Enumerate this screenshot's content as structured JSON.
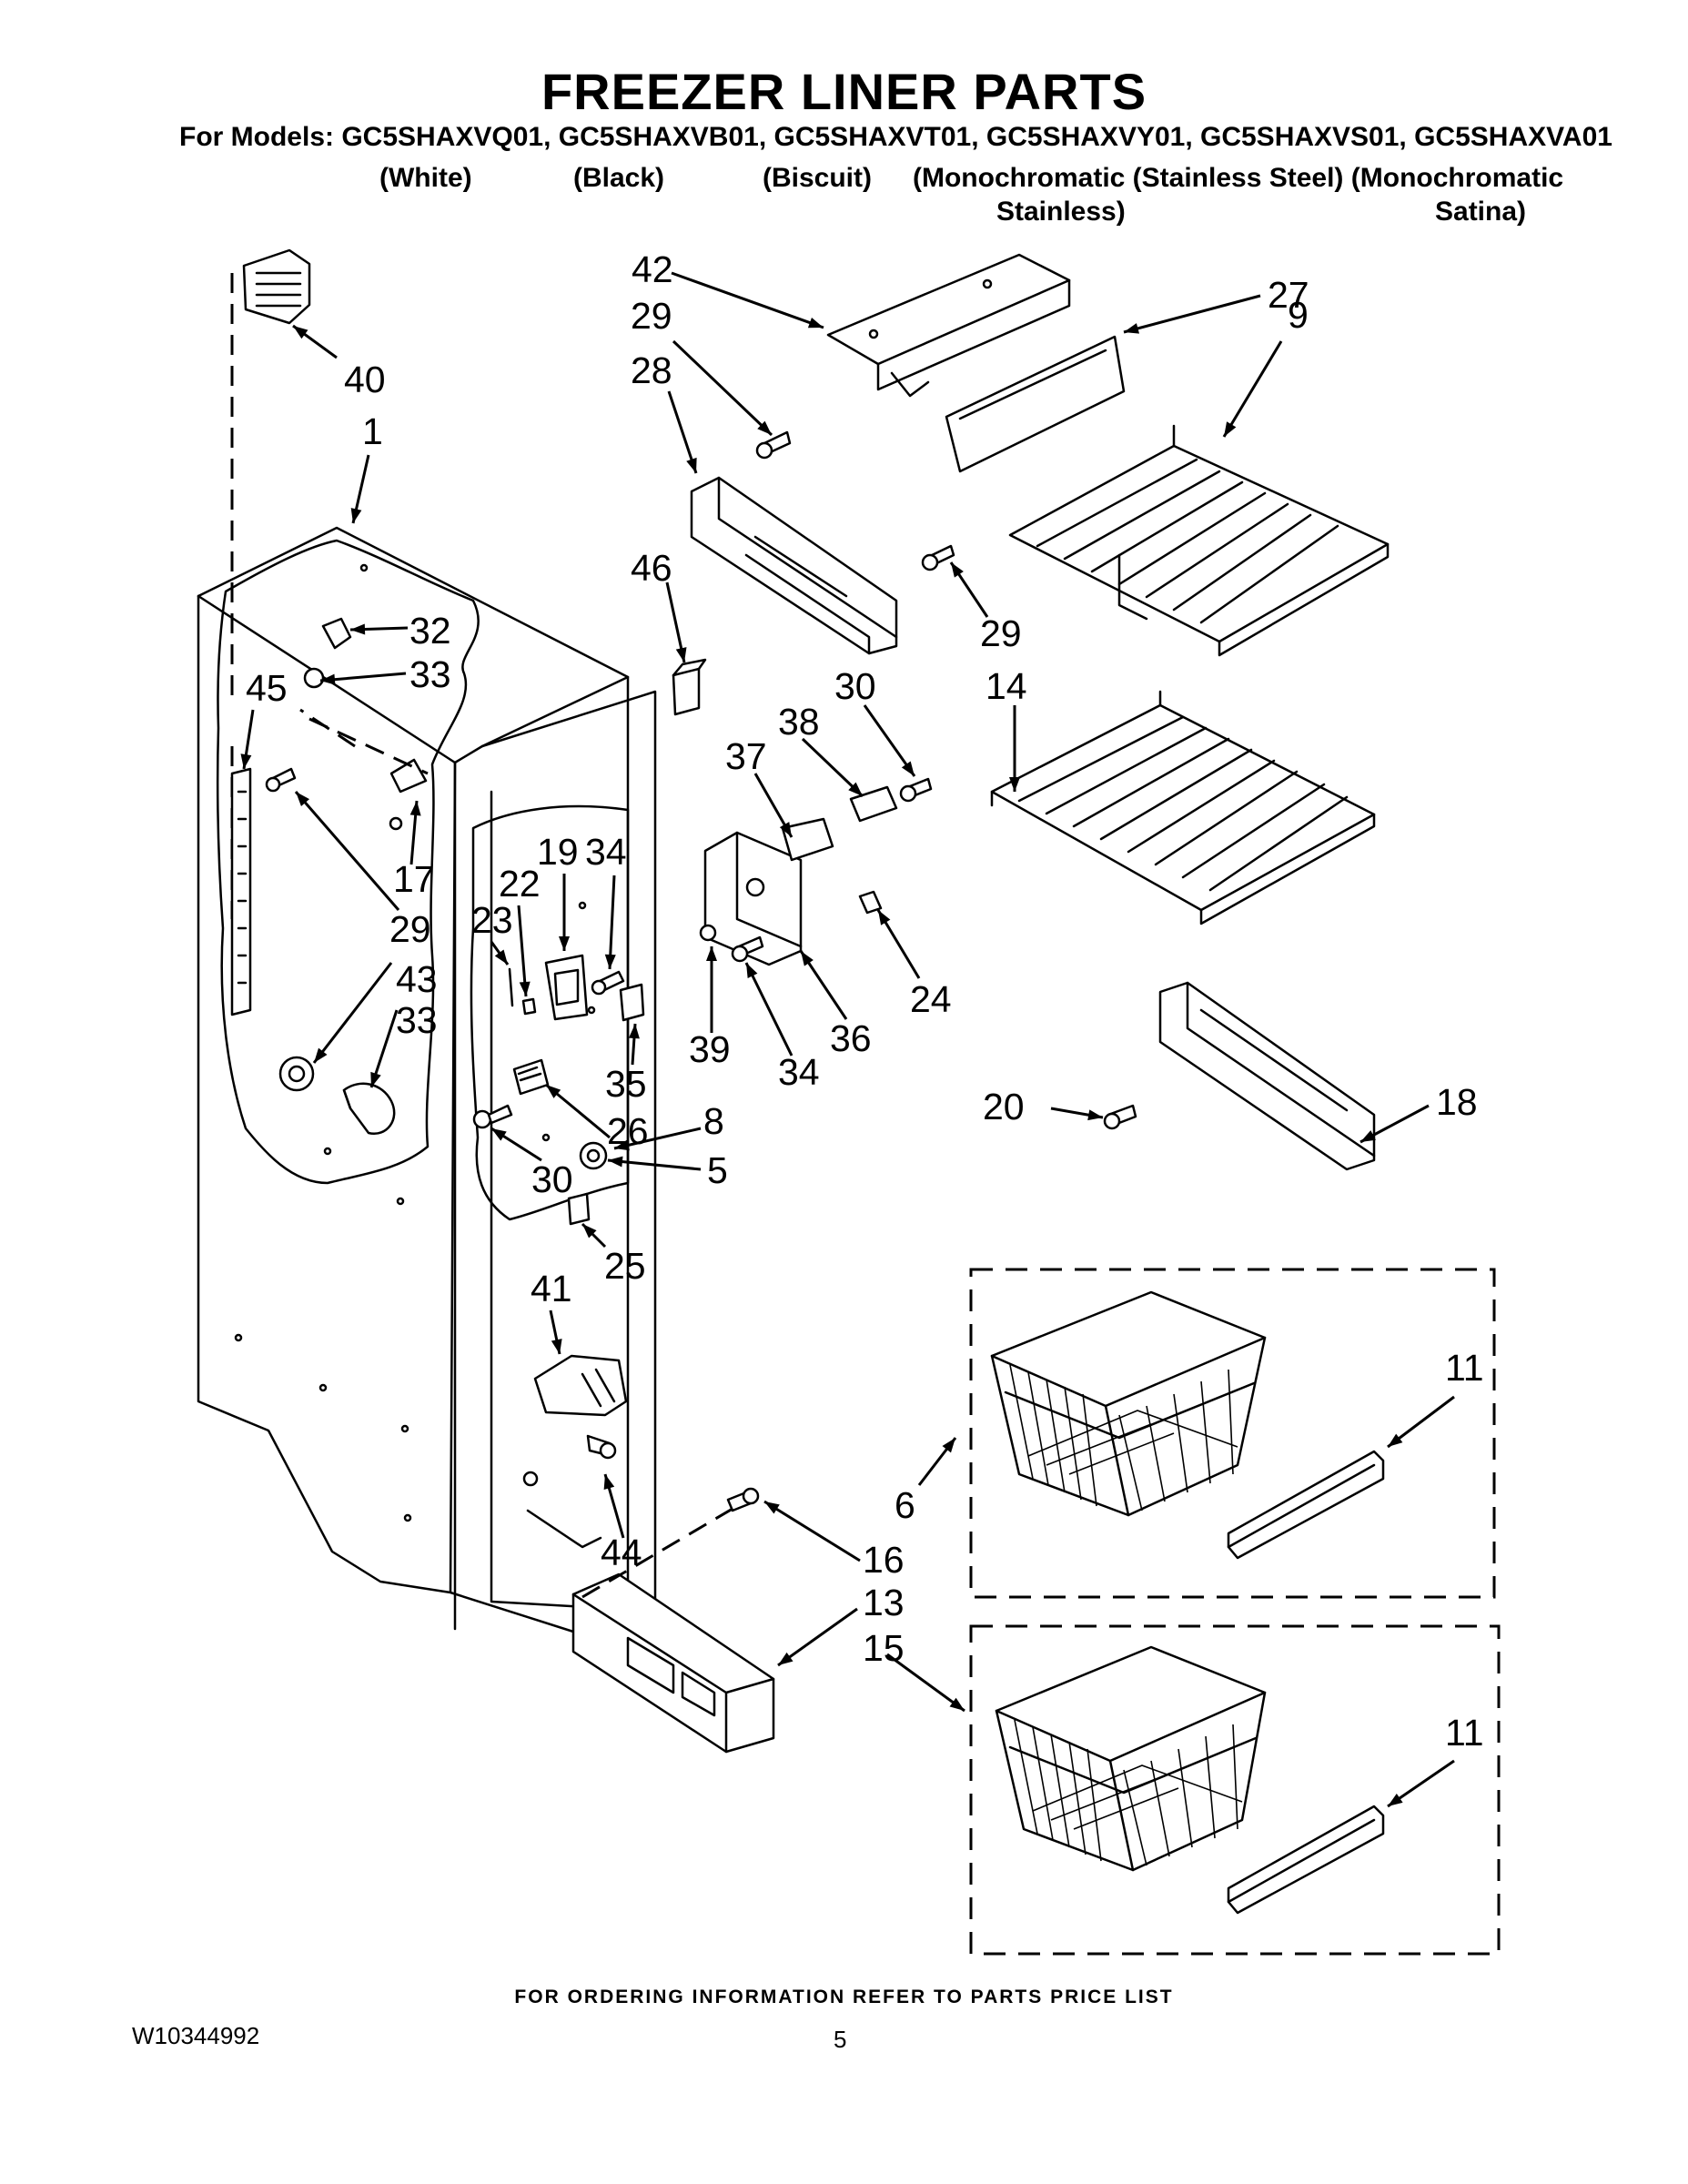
{
  "header": {
    "title": "FREEZER LINER PARTS",
    "models_line": "For Models: GC5SHAXVQ01, GC5SHAXVB01, GC5SHAXVT01, GC5SHAXVY01, GC5SHAXVS01, GC5SHAXVA01",
    "finishes": [
      "(White)",
      "(Black)",
      "(Biscuit)",
      "(Monochromatic (Stainless Steel) (Monochromatic",
      "Stainless)",
      "Satina)"
    ]
  },
  "callouts": [
    "40",
    "1",
    "32",
    "33",
    "45",
    "17",
    "29",
    "43",
    "33",
    "42",
    "29",
    "28",
    "27",
    "9",
    "29",
    "46",
    "30",
    "38",
    "37",
    "14",
    "19",
    "34",
    "22",
    "23",
    "24",
    "39",
    "34",
    "36",
    "35",
    "26",
    "8",
    "5",
    "30",
    "20",
    "18",
    "25",
    "41",
    "11",
    "6",
    "44",
    "16",
    "13",
    "15",
    "11"
  ],
  "footer": {
    "note": "FOR ORDERING INFORMATION REFER TO PARTS PRICE LIST",
    "doc_number": "W10344992",
    "page_number": "5"
  }
}
